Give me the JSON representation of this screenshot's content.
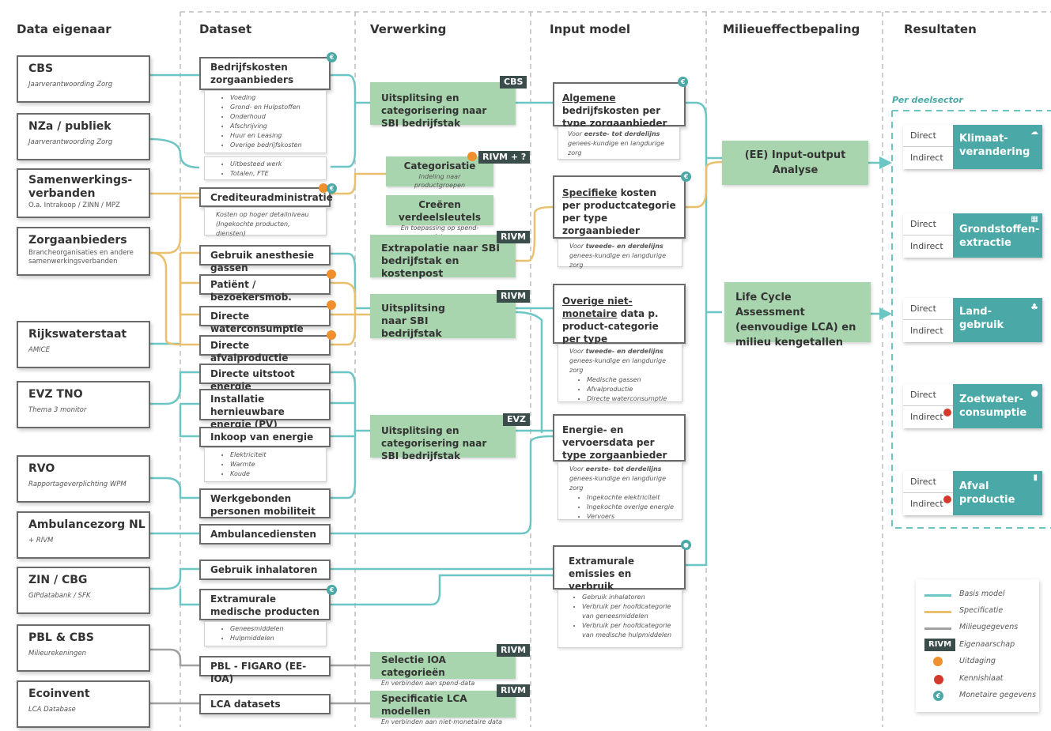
{
  "headers": [
    "Data eigenaar",
    "Dataset",
    "Verwerking",
    "Input model",
    "Milieueffectbepaling",
    "Resultaten"
  ],
  "owners": [
    {
      "title": "CBS",
      "sub": "Jaarverantwoording Zorg"
    },
    {
      "title": "NZa / publiek",
      "sub": "Jaarverantwoording Zorg"
    },
    {
      "title": "Samenwerkings-\nverbanden",
      "sub": "O.a. Intrakoop / ZINN / MPZ"
    },
    {
      "title": "Zorgaanbieders",
      "sub": "Brancheorganisaties en andere samenwerkingsverbanden"
    },
    {
      "title": "Rijkswaterstaat",
      "sub": "AMICE"
    },
    {
      "title": "EVZ TNO",
      "sub": "Thema 3 monitor"
    },
    {
      "title": "RVO",
      "sub": "Rapportageverplichting WPM"
    },
    {
      "title": "Ambulancezorg NL",
      "sub": "+  RIVM"
    },
    {
      "title": "ZIN / CBG",
      "sub": "GIPdatabank / SFK"
    },
    {
      "title": "PBL & CBS",
      "sub": "Milieurekeningen"
    },
    {
      "title": "Ecoinvent",
      "sub": "LCA Database"
    }
  ],
  "datasets": [
    "Bedrijfskosten zorgaanbieders",
    "Crediteuradministratie",
    "Gebruik anesthesie gassen",
    "Patiënt / bezoekersmob.",
    "Directe waterconsumptie",
    "Directe afvalproductie",
    "Directe uitstoot energie",
    "Installatie hernieuwbare energie (PV)",
    "Inkoop van energie",
    "Werkgebonden personen mobiliteit",
    "Ambulancediensten",
    "Gebruik inhalatoren",
    "Extramurale medische producten",
    "PBL - FIGARO (EE-IOA)",
    "LCA datasets"
  ],
  "dataset_subs": {
    "bedrijfskosten": [
      "Voeding",
      "Grond- en Hulpstoffen",
      "Onderhoud",
      "Afschrijving",
      "Huur en Leasing",
      "Overige bedrijfskosten"
    ],
    "uitbesteed": [
      "Uitbesteed werk",
      "Totalen, FTE"
    ],
    "crediteur": "Kosten op hoger detailniveau (Ingekochte producten, diensten)",
    "energie": [
      "Elektriciteit",
      "Warmte",
      "Koude"
    ],
    "extramuraal": [
      "Geneesmiddelen",
      "Hulpmiddelen"
    ]
  },
  "processing": [
    {
      "title": "Uitsplitsing en categorisering naar SBI bedrijfstak",
      "tag": "CBS"
    },
    {
      "title": "Categorisatie",
      "sub": "Indeling naar productgroepen",
      "tag": "RIVM + ?"
    },
    {
      "title": "Creëren verdeelsleutels",
      "sub": "En toepassing op spend-data"
    },
    {
      "title": "Extrapolatie naar SBI bedrijfstak en kostenpost",
      "tag": "RIVM"
    },
    {
      "title": "Uitsplitsing naar SBI bedrijfstak",
      "tag": "RIVM"
    },
    {
      "title": "Uitsplitsing en categorisering naar SBI bedrijfstak",
      "tag": "EVZ"
    },
    {
      "title": "Selectie IOA categorieën",
      "sub": "En verbinden aan spend-data",
      "tag": "RIVM"
    },
    {
      "title": "Specificatie LCA modellen",
      "sub": "En verbinden aan niet-monetaire data",
      "tag": "RIVM"
    }
  ],
  "models": [
    {
      "u": "Algemene",
      "rest": " bedrijfskosten per type zorgaanbieder",
      "sub_pre": "Voor ",
      "sub_b": "eerste- tot derdelijns",
      "sub_post": " genees-kundige en langdurige zorg"
    },
    {
      "u": "Specifieke",
      "rest": " kosten per productcategorie per type zorgaanbieder",
      "sub_pre": "Voor ",
      "sub_b": "tweede- en derdelijns",
      "sub_post": " genees-kundige en langdurige zorg"
    },
    {
      "u": "Overige niet-monetaire",
      "rest": " data p. product-categorie per type zorgaanbieder",
      "sub_pre": "Voor ",
      "sub_b": "tweede- en derdelijns",
      "sub_post": " genees-kundige en langdurige zorg",
      "items": [
        "Medische gassen",
        "Afvalproductie",
        "Directe waterconsumptie"
      ]
    },
    {
      "u": "",
      "rest": "Energie- en vervoersdata per type zorgaanbieder",
      "sub_pre": "Voor ",
      "sub_b": "eerste- tot derdelijns",
      "sub_post": " genees-kundige en langdurige zorg",
      "items": [
        "Ingekochte elektriciteit",
        "Ingekochte overige energie",
        "Vervoers"
      ]
    },
    {
      "u": "",
      "rest": "Extramurale emissies en verbruik",
      "items": [
        "Gebruik inhalatoren",
        "Verbruik per hoofdcategorie van geneesmiddelen",
        "Verbruik per hoofdcategorie van medische hulpmiddelen"
      ]
    }
  ],
  "effect": [
    "(EE) Input-output Analyse",
    "Life Cycle Assessment (eenvoudige LCA) en milieu kengetallen"
  ],
  "results": {
    "per_label": "Per deelsector",
    "direct": "Direct",
    "indirect": "Indirect",
    "items": [
      "Klimaat-\nverandering",
      "Grondstoffen-\nextractie",
      "Land-\ngebruik",
      "Zoetwater-\nconsumptie",
      "Afval\nproductie"
    ]
  },
  "legend": [
    "Basis model",
    "Specificatie",
    "Milieugegevens",
    "Eigenaarschap",
    "Uitdaging",
    "Kennishiaat",
    "Monetaire gegevens"
  ],
  "legend_tag": "RIVM",
  "colors": {
    "teal": "#6cc6c4",
    "gold": "#e8c06e",
    "grey": "#a0a0a0",
    "green": "#a8d5ad",
    "result": "#4aa8a6",
    "orange": "#f0902d",
    "red": "#d33a2b",
    "tag": "#3a4d4a"
  }
}
